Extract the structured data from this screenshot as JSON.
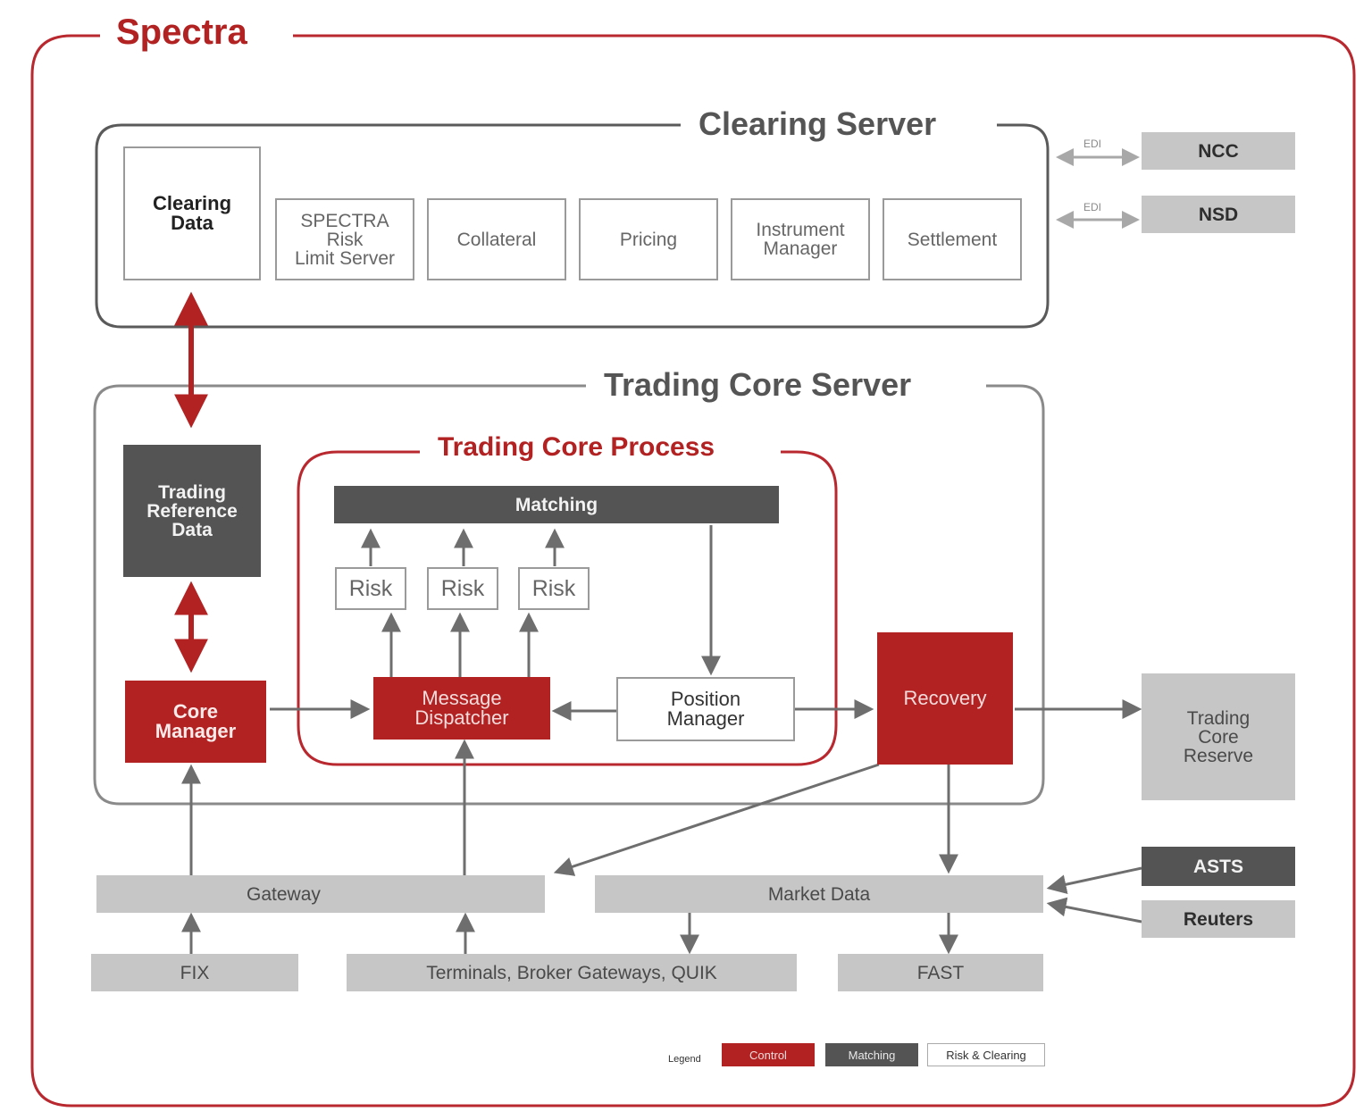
{
  "diagram": {
    "title": "Spectra",
    "colors": {
      "control": "#b22222",
      "matching": "#545454",
      "external": "#c6c6c6",
      "frame_red": "#b8282e",
      "frame_gray": "#707070",
      "arrow_gray": "#6e6e6e",
      "edi_arrow": "#a8a8a8"
    },
    "clearing_server": {
      "title": "Clearing Server",
      "components": [
        "Clearing\nData",
        "SPECTRA\nRisk\nLimit Server",
        "Collateral",
        "Pricing",
        "Instrument\nManager",
        "Settlement"
      ]
    },
    "external_clearing": [
      {
        "label": "NCC",
        "link_label": "EDI"
      },
      {
        "label": "NSD",
        "link_label": "EDI"
      }
    ],
    "trading_core_server": {
      "title": "Trading Core Server",
      "trading_reference_data": "Trading\nReference\nData",
      "core_manager": "Core\nManager",
      "recovery": "Recovery",
      "trading_core_process": {
        "title": "Trading Core Process",
        "matching": "Matching",
        "risk_boxes": [
          "Risk",
          "Risk",
          "Risk"
        ],
        "message_dispatcher": "Message\nDispatcher",
        "position_manager": "Position\nManager"
      }
    },
    "trading_core_reserve": "Trading\nCore\nReserve",
    "gateway": "Gateway",
    "market_data": "Market Data",
    "asts": "ASTS",
    "reuters": "Reuters",
    "fix": "FIX",
    "terminals": "Terminals, Broker Gateways, QUIK",
    "fast": "FAST",
    "legend": {
      "label": "Legend",
      "items": [
        {
          "name": "Control",
          "style": "control"
        },
        {
          "name": "Matching",
          "style": "matching"
        },
        {
          "name": "Risk & Clearing",
          "style": "outline"
        }
      ]
    }
  }
}
